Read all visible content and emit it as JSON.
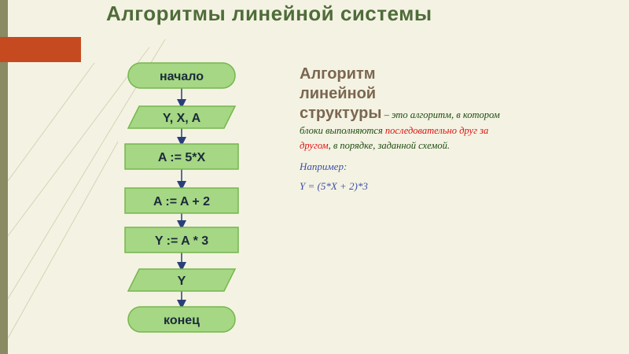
{
  "title": "Алгоритмы линейной системы",
  "flowchart": {
    "nodes": [
      {
        "id": "start",
        "shape": "terminal",
        "label": "начало"
      },
      {
        "id": "input",
        "shape": "io",
        "label": "Y, X, A"
      },
      {
        "id": "step1",
        "shape": "process",
        "label": "A := 5*X"
      },
      {
        "id": "step2",
        "shape": "process",
        "label": "A := A + 2"
      },
      {
        "id": "step3",
        "shape": "process",
        "label": "Y := A * 3"
      },
      {
        "id": "output",
        "shape": "io",
        "label": "Y"
      },
      {
        "id": "end",
        "shape": "terminal",
        "label": "конец"
      }
    ]
  },
  "description": {
    "heading_line1": "Алгоритм",
    "heading_line2": "линейной",
    "heading_line3": "структуры",
    "text_part1": " – это алгоритм, в котором блоки выполняются ",
    "text_highlight": "последовательно друг за другом",
    "text_part2": ", в порядке, заданной схемой.",
    "example_label": "Например:",
    "formula": "Y = (5*X + 2)*3"
  },
  "colors": {
    "shape_fill": "#a5d784",
    "shape_stroke": "#77b64f",
    "connector": "#2a3f7a",
    "title": "#4f6c3a",
    "accent_ribbon": "#c64a20"
  }
}
